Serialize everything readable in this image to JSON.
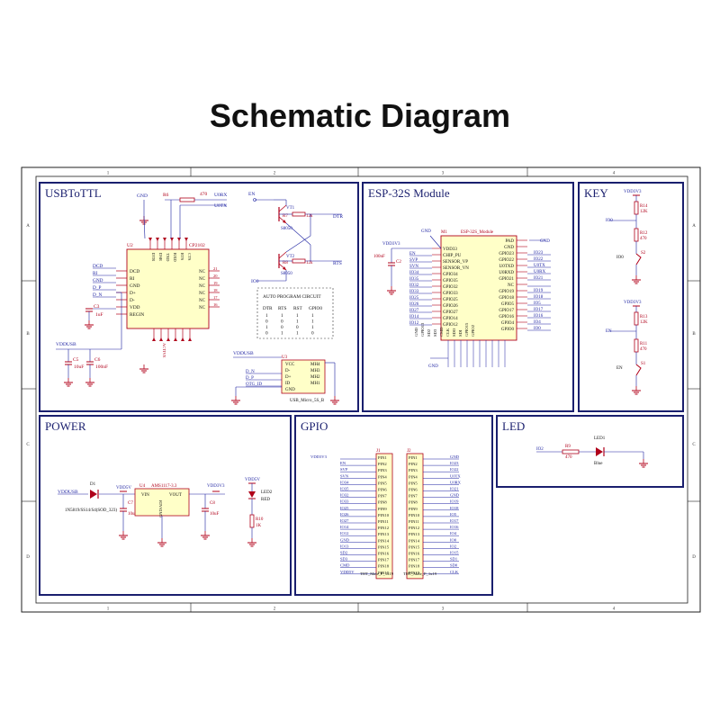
{
  "title": "Schematic Diagram",
  "colors": {
    "frame": "#1f1f1f",
    "panel": "#1a1f6e",
    "wire": "#1a1fa0",
    "part": "#b0001a",
    "label": "#1a1fa0",
    "chip_fill": "#ffffc8",
    "pin_fill": "#ffffc8"
  },
  "frame": {
    "col_marks": [
      "1",
      "2",
      "3",
      "4"
    ],
    "row_marks": [
      "A",
      "B",
      "C",
      "D"
    ]
  },
  "usb": {
    "title": "USBToTTL",
    "chip_ref": "U2",
    "chip_part": "CP2102",
    "chip_left_pins": [
      "DCD",
      "RI",
      "GND",
      "D+",
      "D-",
      "VDD",
      "REGIN"
    ],
    "chip_right_pins": [
      "NC",
      "NC",
      "NC",
      "NC",
      "NC",
      "NC"
    ],
    "chip_right_nums": [
      "21",
      "20",
      "19",
      "18",
      "17",
      "16"
    ],
    "chip_top_pins": [
      "DTR",
      "DSR",
      "TXD",
      "RXD",
      "RTS",
      "CTS"
    ],
    "ext_left": [
      "DCD",
      "RI",
      "GND",
      "D_P",
      "D_N"
    ],
    "labels": {
      "gnd": "GND",
      "r6": "R6",
      "r6v": "470",
      "u0rx": "U0RX",
      "u0tx": "U0TX",
      "vddusb": "VDDUSB",
      "c3": "C3",
      "c3v": "1uF",
      "c5": "C5",
      "c5v": "10uF",
      "c6": "C6",
      "c6v": "100nF",
      "active": "ACTIVE"
    },
    "auto": {
      "en": "EN",
      "io0": "IO0",
      "vt1": "VT1",
      "vt2": "VT2",
      "r7": "R7",
      "r7v": "12k",
      "r8": "R8",
      "r8v": "12k",
      "s8050a": "S8050",
      "s8050b": "S8050",
      "dtr": "DTR",
      "rts": "RTS",
      "box_title": "AUTO PROGRAM CIRCUIT",
      "header": [
        "DTR",
        "RTS",
        "RST",
        "GPIO0"
      ],
      "rows": [
        [
          "1",
          "1",
          "1",
          "1"
        ],
        [
          "0",
          "0",
          "1",
          "1"
        ],
        [
          "1",
          "0",
          "0",
          "1"
        ],
        [
          "0",
          "1",
          "1",
          "0"
        ]
      ]
    },
    "conn": {
      "ref": "U3",
      "part": "USB_Micro_5S_B",
      "vdd": "VDDUSB",
      "left": [
        "D_N",
        "D_P",
        "OTG_ID"
      ],
      "right": [
        "VCC",
        "D-",
        "D+",
        "ID",
        "GND"
      ],
      "mh": [
        "MH4",
        "MH3",
        "MH2",
        "MH1"
      ],
      "gnd": "GND"
    }
  },
  "esp": {
    "title": "ESP-32S Module",
    "ref": "M1",
    "part": "ESP-32S_Module",
    "vdd": "VDD3V3",
    "cap": "C2",
    "capv": "100nF",
    "gnd": "GND",
    "left_pins": [
      "VDD33",
      "CHIP_PU",
      "SENSOR_VP",
      "SENSOR_VN",
      "GPIO34",
      "GPIO35",
      "GPIO32",
      "GPIO33",
      "GPIO25",
      "GPIO26",
      "GPIO27",
      "GPIO14",
      "GPIO12"
    ],
    "left_nets": [
      "EN",
      "SVP",
      "SVN",
      "IO34",
      "IO35",
      "IO32",
      "IO33",
      "IO25",
      "IO26",
      "IO27",
      "IO14",
      "IO12"
    ],
    "right_pins": [
      "PAD",
      "GND",
      "GPIO23",
      "GPIO22",
      "U0TXD",
      "U0RXD",
      "GPIO21",
      "NC",
      "GPIO19",
      "GPIO18",
      "GPIO5",
      "GPIO17",
      "GPIO16",
      "GPIO4",
      "GPIO0"
    ],
    "right_nets": [
      "IO23",
      "IO22",
      "U0TX",
      "U0RX",
      "IO21",
      "",
      "IO19",
      "IO18",
      "IO5",
      "IO17",
      "IO16",
      "IO4",
      "IO0"
    ],
    "bottom_pins": [
      "GND",
      "GPIO13",
      "SD2",
      "SD3",
      "CMD",
      "CLK",
      "SDO",
      "SDI",
      "GPIO15",
      "GPIO2"
    ]
  },
  "key": {
    "title": "KEY",
    "vdd1": "VDD3V3",
    "r14": "R14",
    "r14v": "12K",
    "io0": "IO0",
    "r12": "R12",
    "r12v": "470",
    "s2": "S2",
    "io0b": "IO0",
    "vdd2": "VDD3V3",
    "r13": "R13",
    "r13v": "12K",
    "en": "EN",
    "r11": "R11",
    "r11v": "470",
    "s1": "S1",
    "enb": "EN"
  },
  "power": {
    "title": "POWER",
    "vddusb": "VDDUSB",
    "d1": "D1",
    "d1part": "1N5819/SS14/S4(SOD_323)",
    "vdd5v": "VDD5V",
    "c7": "C7",
    "c7v": "10uF",
    "u4": "U4",
    "u4part": "AMS1117-3.3",
    "vin": "VIN",
    "vout": "VOUT",
    "gnd_adj": "GND/ADJ",
    "vdd3v3": "VDD3V3",
    "c8": "C8",
    "c8v": "10uF",
    "vdd5v_led": "VDD5V",
    "led2": "LED2",
    "led2c": "RED",
    "r10": "R10",
    "r10v": "1K"
  },
  "gpio": {
    "title": "GPIO",
    "j1": "J1",
    "j2": "J2",
    "vdd": "VDD3V3",
    "pins": [
      "PIN1",
      "PIN2",
      "PIN3",
      "PIN4",
      "PIN5",
      "PIN6",
      "PIN7",
      "PIN8",
      "PIN9",
      "PIN10",
      "PIN11",
      "PIN12",
      "PIN13",
      "PIN14",
      "PIN15",
      "PIN16",
      "PIN17",
      "PIN18",
      "PIN19"
    ],
    "left_nets": [
      "VDD3V3",
      "EN",
      "SVP",
      "SVN",
      "IO34",
      "IO35",
      "IO32",
      "IO33",
      "IO25",
      "IO26",
      "IO27",
      "IO14",
      "IO12",
      "GND",
      "IO13",
      "SD2",
      "SD3",
      "CMD",
      "VDD5V"
    ],
    "right_nets": [
      "GND",
      "IO23",
      "IO22",
      "U0TX",
      "U0RX",
      "IO21",
      "GND",
      "IO19",
      "IO18",
      "IO5",
      "IO17",
      "IO16",
      "IO4",
      "IO0",
      "IO2",
      "IO15",
      "SD1",
      "SD0",
      "CLK"
    ],
    "caption1": "THT_Male_P_1x19",
    "caption2": "THT_Male_P_1x19"
  },
  "led": {
    "title": "LED",
    "io2": "IO2",
    "r9": "R9",
    "r9v": "470",
    "led1": "LED1",
    "led1c": "Blue"
  }
}
